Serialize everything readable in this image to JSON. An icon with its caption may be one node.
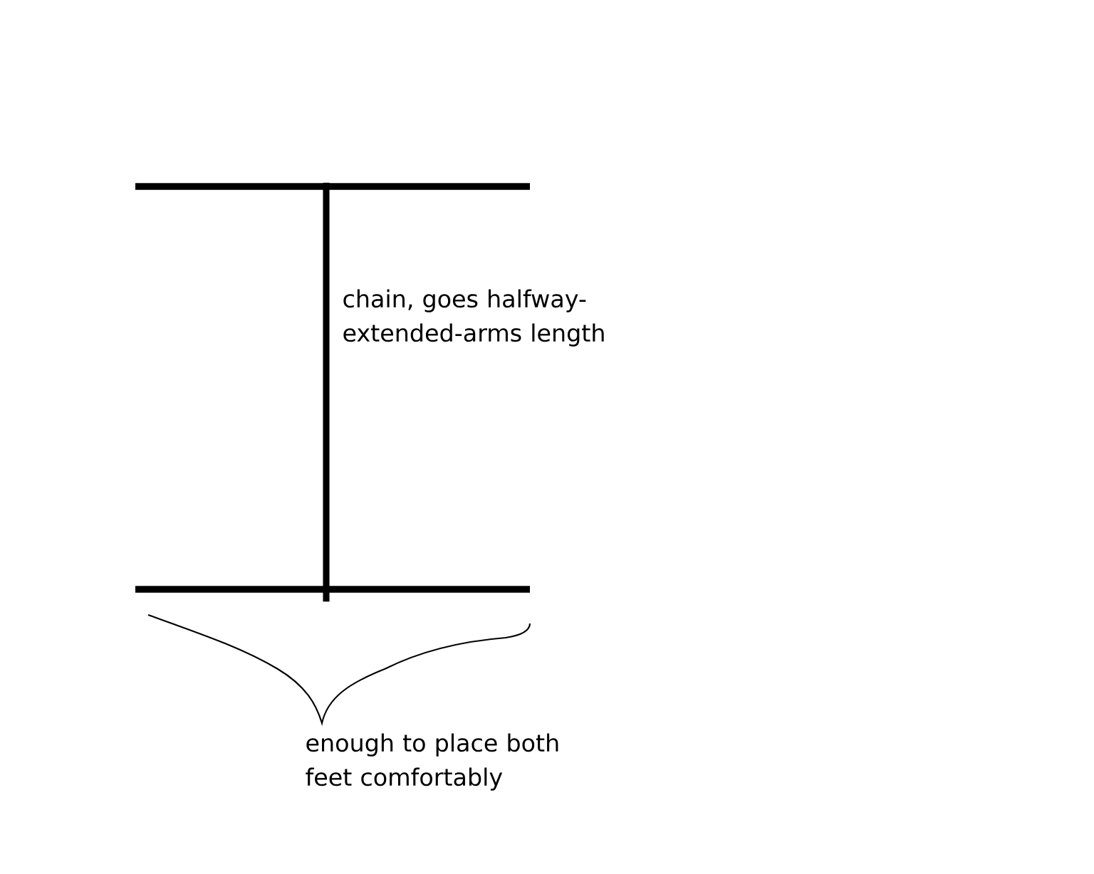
{
  "diagram": {
    "nodes": [
      {
        "text": [],
        "shape": "bar"
      },
      {
        "text": [],
        "shape": "bar"
      }
    ],
    "edges": [
      {
        "from": 0,
        "to": 1,
        "arrow": "none",
        "label": "chain, goes halfway-extended-arms length"
      }
    ],
    "labels": [
      "enough to place both feet comfortably"
    ]
  }
}
